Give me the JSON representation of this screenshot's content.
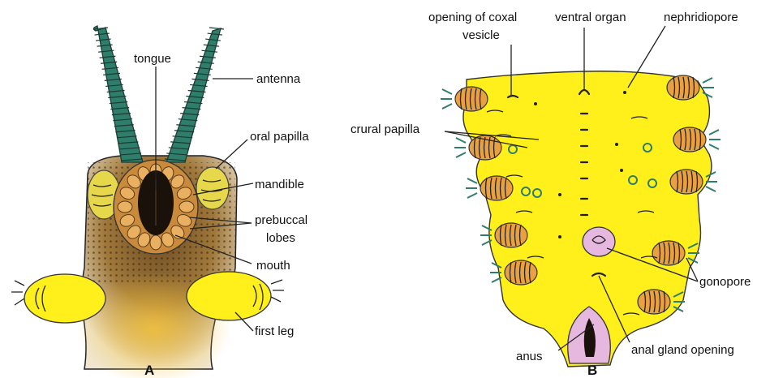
{
  "panel_a": {
    "caption": "A",
    "labels": {
      "tongue": "tongue",
      "antenna": "antenna",
      "oral_papilla": "oral papilla",
      "mandible": "mandible",
      "prebuccal_lobes_1": "prebuccal",
      "prebuccal_lobes_2": "lobes",
      "mouth": "mouth",
      "first_leg": "first leg"
    }
  },
  "panel_b": {
    "caption": "B",
    "labels": {
      "coxal_1": "opening of coxal",
      "coxal_2": "vesicle",
      "ventral_organ": "ventral organ",
      "nephridiopore": "nephridiopore",
      "crural_papilla": "crural papilla",
      "gonopore": "gonopore",
      "anus": "anus",
      "anal_gland_opening": "anal gland opening"
    }
  },
  "colors": {
    "body_yellow": "#ffef1a",
    "antenna_teal": "#2f7d6b",
    "leg_orange": "#e8a040",
    "gonopore_pink": "#e6b8e0",
    "head_dark": "#3a2a1a",
    "mouth_lobes": "#e8b060"
  }
}
